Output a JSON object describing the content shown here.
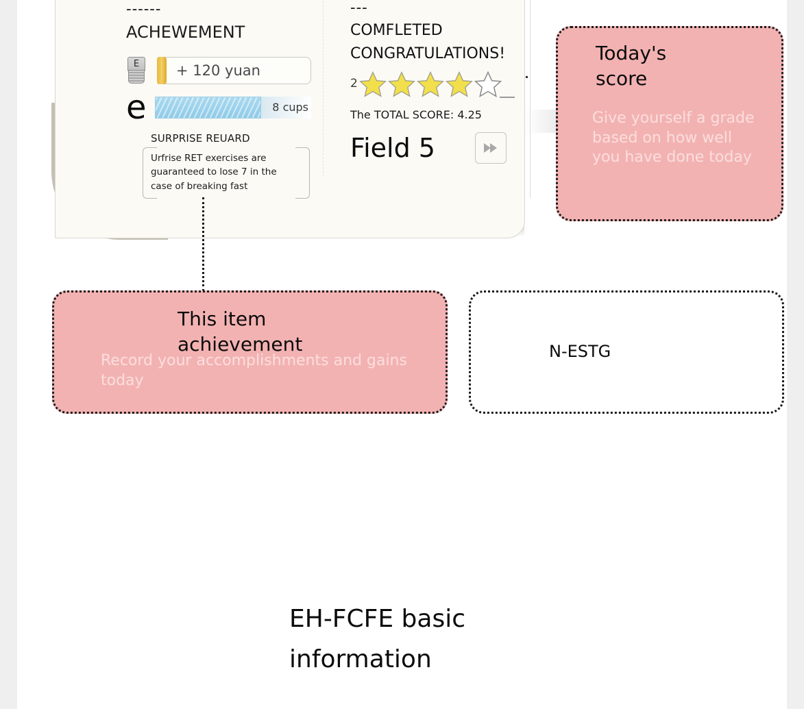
{
  "card": {
    "left_column": {
      "dashes": "------",
      "title": "ACHEWEMENT",
      "reward": {
        "badge_letter": "E",
        "money_label": "+ 120 yuan"
      },
      "cups": {
        "letter": "e",
        "label": "8 cups"
      },
      "surprise": {
        "title": "SURPRISE REUARD",
        "body": "Urfrise RET exercises are guaranteed to lose 7 in the case of breaking fast"
      }
    },
    "right_column": {
      "dashes": "---",
      "congrats": "COMFLETED\nCONGRATULATIONS!",
      "rating_number": "2",
      "stars_filled": 4,
      "stars_total": 5,
      "total_score": "The TOTAL SCORE: 4.25",
      "field_title": "Field 5",
      "next_button_icon": "fast-forward-icon"
    }
  },
  "callouts": {
    "todays_score": {
      "heading": "Today's\nscore",
      "description": "Give yourself a grade\n based on how well\nyou have done today"
    },
    "item_achievement": {
      "heading": "This item\nachievement",
      "description": "Record your accomplishments and gains\ntoday"
    },
    "nestg": {
      "label": "N-ESTG"
    }
  },
  "bottom_caption": "EH-FCFE basic\ninformation",
  "colors": {
    "callout_pink": "#f3b2b2",
    "card_bg": "#fbfaf5",
    "coin_gold": "#e8b93c",
    "cups_blue": "#8fcbe8",
    "star_yellow": "#f2df4c"
  }
}
